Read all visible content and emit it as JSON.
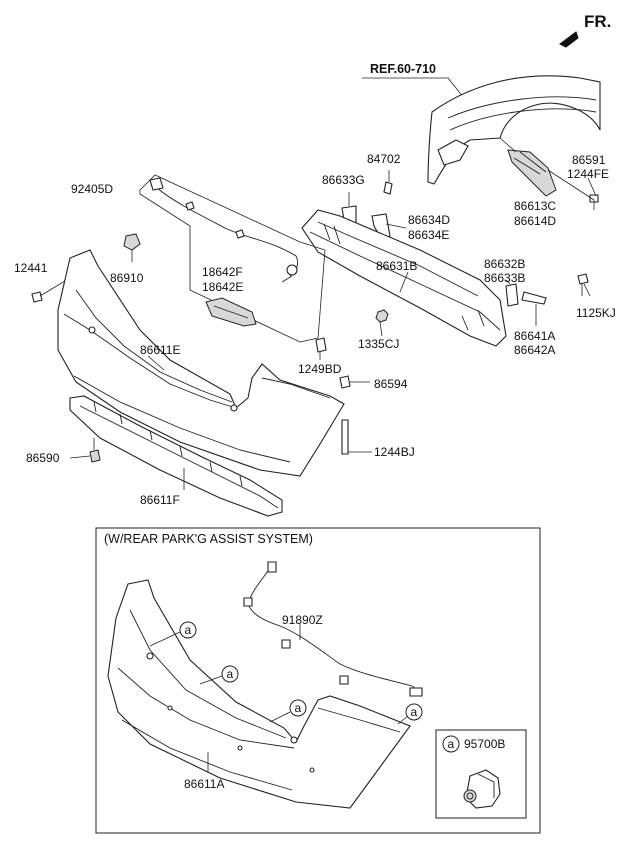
{
  "header": {
    "direction_label": "FR.",
    "reference_label": "REF.60-710"
  },
  "parts": {
    "p86591": "86591",
    "p1244FE": "1244FE",
    "p84702": "84702",
    "p86633G": "86633G",
    "p92405D": "92405D",
    "p86613C": "86613C",
    "p86614D": "86614D",
    "p86634D": "86634D",
    "p86634E": "86634E",
    "p86632B": "86632B",
    "p86633B": "86633B",
    "p86631B": "86631B",
    "p12441": "12441",
    "p86910": "86910",
    "p18642F": "18642F",
    "p18642E": "18642E",
    "p1125KJ": "1125KJ",
    "p1335CJ": "1335CJ",
    "p86641A": "86641A",
    "p86642A": "86642A",
    "p86611E": "86611E",
    "p1249BD": "1249BD",
    "p86594": "86594",
    "p86590": "86590",
    "p1244BJ": "1244BJ",
    "p86611F": "86611F"
  },
  "option_box": {
    "title": "(W/REAR PARK'G ASSIST SYSTEM)",
    "harness_label": "91890Z",
    "bumper_label": "86611A",
    "callout_marker": "a",
    "sensor_marker": "a",
    "sensor_label": "95700B"
  },
  "colors": {
    "line": "#222222",
    "background": "#ffffff",
    "fill_grey": "#d8d8d8"
  }
}
